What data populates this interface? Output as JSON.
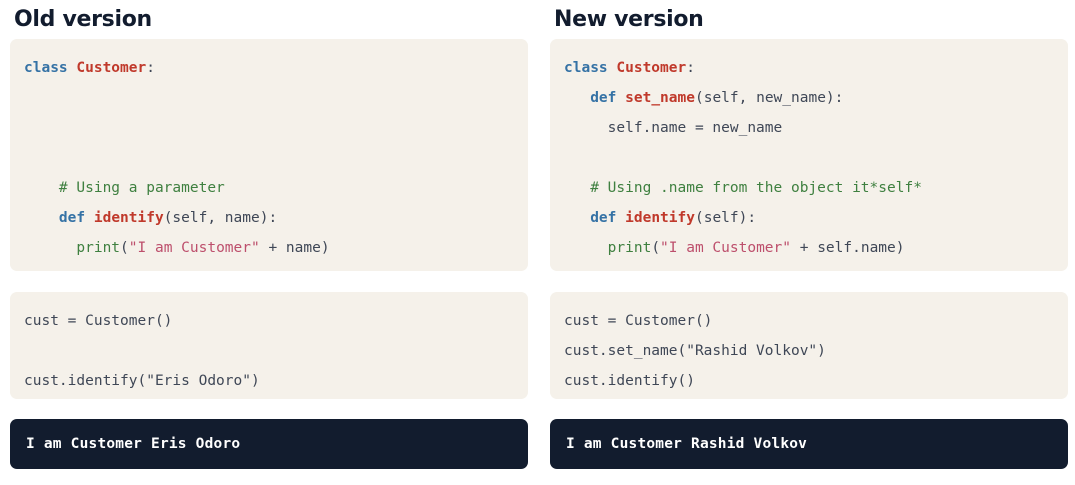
{
  "page": {
    "background": "#ffffff",
    "code_block_background": "#f5f1ea",
    "output_block_background": "#121c2e",
    "heading_color": "#121c2e",
    "syntax_colors": {
      "keyword": "#3572a5",
      "class_or_function_name": "#c0392b",
      "builtin_function": "#3f8040",
      "string": "#bd4f6c",
      "comment": "#3f8040",
      "default_text": "#3f4756",
      "output_text": "#ffffff"
    }
  },
  "columns": [
    {
      "id": "old",
      "heading": "Old version",
      "class_code": {
        "lines": [
          [
            {
              "t": "class",
              "c": "kw"
            },
            {
              "t": " ",
              "c": "def"
            },
            {
              "t": "Customer",
              "c": "name"
            },
            {
              "t": ":",
              "c": "def"
            }
          ],
          [],
          [],
          [],
          [
            {
              "t": "    # Using a parameter",
              "c": "com"
            }
          ],
          [
            {
              "t": "    ",
              "c": "def"
            },
            {
              "t": "def",
              "c": "kw"
            },
            {
              "t": " ",
              "c": "def"
            },
            {
              "t": "identify",
              "c": "name"
            },
            {
              "t": "(self, name):",
              "c": "def"
            }
          ],
          [
            {
              "t": "      ",
              "c": "def"
            },
            {
              "t": "print",
              "c": "fn"
            },
            {
              "t": "(",
              "c": "def"
            },
            {
              "t": "\"I am Customer\"",
              "c": "str"
            },
            {
              "t": " + name)",
              "c": "def"
            }
          ]
        ],
        "plain": "class Customer:\n\n\n\n    # Using a parameter\n    def identify(self, name):\n      print(\"I am Customer\" + name)"
      },
      "usage_code": {
        "lines": [
          [
            {
              "t": "cust = Customer()",
              "c": "def"
            }
          ],
          [],
          [
            {
              "t": "cust.identify(\"Eris Odoro\")",
              "c": "def"
            }
          ]
        ],
        "plain": "cust = Customer()\n\ncust.identify(\"Eris Odoro\")"
      },
      "output": "I am Customer Eris Odoro"
    },
    {
      "id": "new",
      "heading": "New version",
      "class_code": {
        "lines": [
          [
            {
              "t": "class",
              "c": "kw"
            },
            {
              "t": " ",
              "c": "def"
            },
            {
              "t": "Customer",
              "c": "name"
            },
            {
              "t": ":",
              "c": "def"
            }
          ],
          [
            {
              "t": "   ",
              "c": "def"
            },
            {
              "t": "def",
              "c": "kw"
            },
            {
              "t": " ",
              "c": "def"
            },
            {
              "t": "set_name",
              "c": "name"
            },
            {
              "t": "(self, new_name):",
              "c": "def"
            }
          ],
          [
            {
              "t": "     self.name = new_name",
              "c": "def"
            }
          ],
          [],
          [
            {
              "t": "   # Using .name from the object it*self*",
              "c": "com"
            }
          ],
          [
            {
              "t": "   ",
              "c": "def"
            },
            {
              "t": "def",
              "c": "kw"
            },
            {
              "t": " ",
              "c": "def"
            },
            {
              "t": "identify",
              "c": "name"
            },
            {
              "t": "(self):",
              "c": "def"
            }
          ],
          [
            {
              "t": "     ",
              "c": "def"
            },
            {
              "t": "print",
              "c": "fn"
            },
            {
              "t": "(",
              "c": "def"
            },
            {
              "t": "\"I am Customer\"",
              "c": "str"
            },
            {
              "t": " + self.name)",
              "c": "def"
            }
          ]
        ],
        "plain": "class Customer:\n   def set_name(self, new_name):\n     self.name = new_name\n\n   # Using .name from the object it*self*\n   def identify(self):\n     print(\"I am Customer\" + self.name)"
      },
      "usage_code": {
        "lines": [
          [
            {
              "t": "cust = Customer()",
              "c": "def"
            }
          ],
          [
            {
              "t": "cust.set_name(\"Rashid Volkov\")",
              "c": "def"
            }
          ],
          [
            {
              "t": "cust.identify()",
              "c": "def"
            }
          ]
        ],
        "plain": "cust = Customer()\ncust.set_name(\"Rashid Volkov\")\ncust.identify()"
      },
      "output": "I am Customer Rashid Volkov"
    }
  ]
}
